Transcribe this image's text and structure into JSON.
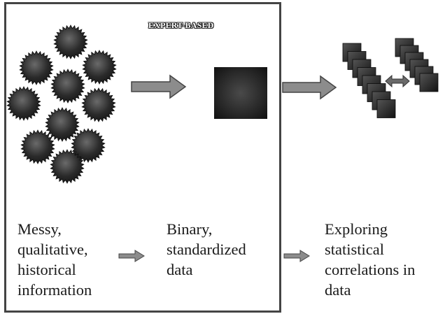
{
  "box_label": "EXPERT-BASED",
  "captions": {
    "messy": "Messy,\nqualitative,\nhistorical\ninformation",
    "binary": "Binary,\nstandardized\ndata",
    "exploring": "Exploring\nstatistical\ncorrelations in\ndata"
  },
  "icons": {
    "messy_items": "spiky-circle-icon",
    "binary_item": "dark-square-icon",
    "correlation_items": "small-square-stack-icon",
    "flow": "right-arrow-icon",
    "relation": "double-arrow-icon"
  },
  "colors": {
    "frame": "#444444",
    "shape_dark": "#1e1e1e",
    "arrow_fill": "#8c8c8c",
    "text": "#1a1a1a"
  }
}
